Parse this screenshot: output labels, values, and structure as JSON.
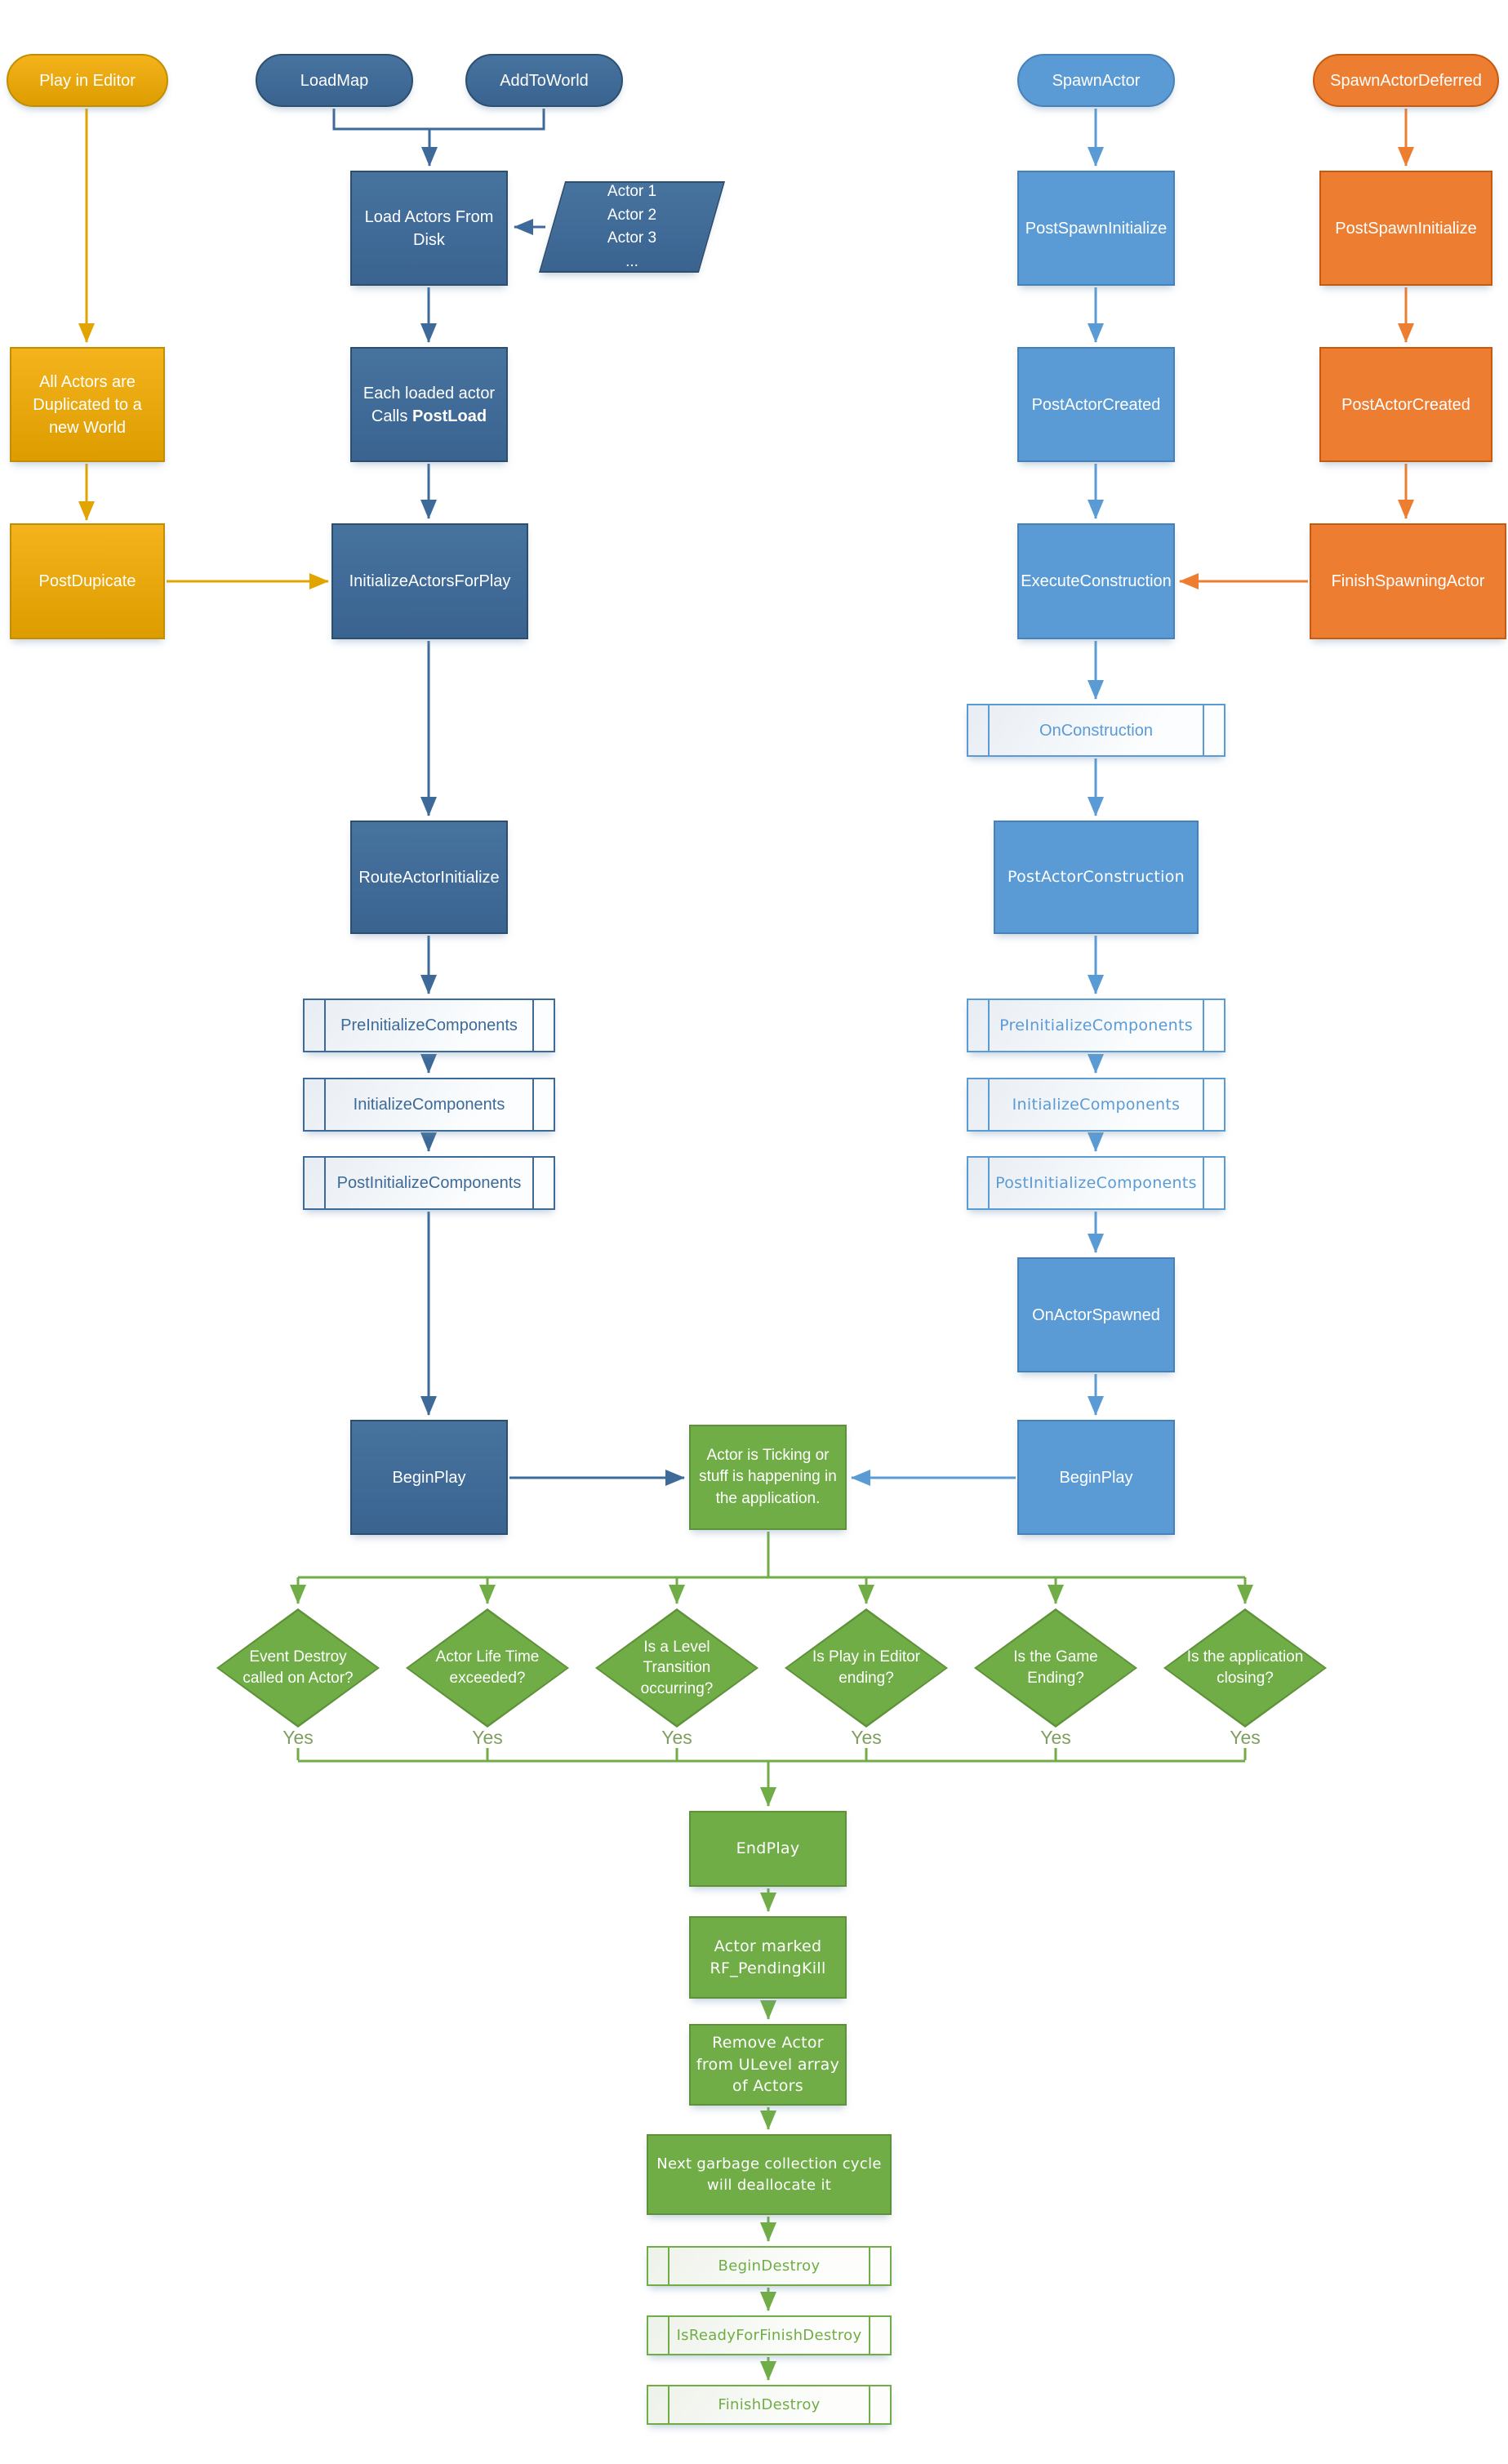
{
  "diagram": {
    "nodes": {
      "play_in_editor": "Play in Editor",
      "load_map": "LoadMap",
      "add_to_world": "AddToWorld",
      "spawn_actor": "SpawnActor",
      "spawn_actor_deferred": "SpawnActorDeferred",
      "load_actors_from_disk": "Load Actors From Disk",
      "each_loaded_line1": "Each loaded actor",
      "each_loaded_calls": "Calls",
      "each_loaded_postload": "PostLoad",
      "all_actors_duplicated": "All Actors are Duplicated to a new World",
      "post_dupicate": "PostDupicate",
      "initialize_actors_for_play": "InitializeActorsForPlay",
      "route_actor_initialize": "RouteActorInitialize",
      "pre_initialize_components": "PreInitializeComponents",
      "initialize_components": "InitializeComponents",
      "post_initialize_components": "PostInitializeComponents",
      "begin_play": "BeginPlay",
      "post_spawn_initialize": "PostSpawnInitialize",
      "post_actor_created": "PostActorCreated",
      "execute_construction": "ExecuteConstruction",
      "on_construction": "OnConstruction",
      "post_actor_construction": "PostActorConstruction",
      "on_actor_spawned": "OnActorSpawned",
      "finish_spawning_actor": "FinishSpawningActor",
      "actor_ticking": "Actor is Ticking or stuff is happening in the application.",
      "end_play": "EndPlay",
      "actor_marked": "Actor marked RF_PendingKill",
      "remove_actor": "Remove Actor from ULevel array of Actors",
      "next_garbage": "Next garbage collection cycle will deallocate it",
      "begin_destroy": "BeginDestroy",
      "is_ready_for_finish_destroy": "IsReadyForFinishDestroy",
      "finish_destroy": "FinishDestroy"
    },
    "actor_list": [
      "Actor 1",
      "Actor 2",
      "Actor 3",
      "..."
    ],
    "decisions": [
      "Event Destroy called on Actor?",
      "Actor Life Time exceeded?",
      "Is a Level Transition occurring?",
      "Is Play in Editor ending?",
      "Is the Game Ending?",
      "Is the application closing?"
    ],
    "yes_label": "Yes",
    "colors": {
      "gold": "#E2A400",
      "dark_blue": "#3D6A99",
      "blue": "#5B9BD5",
      "orange": "#ED7D31",
      "green": "#70AD47"
    }
  }
}
